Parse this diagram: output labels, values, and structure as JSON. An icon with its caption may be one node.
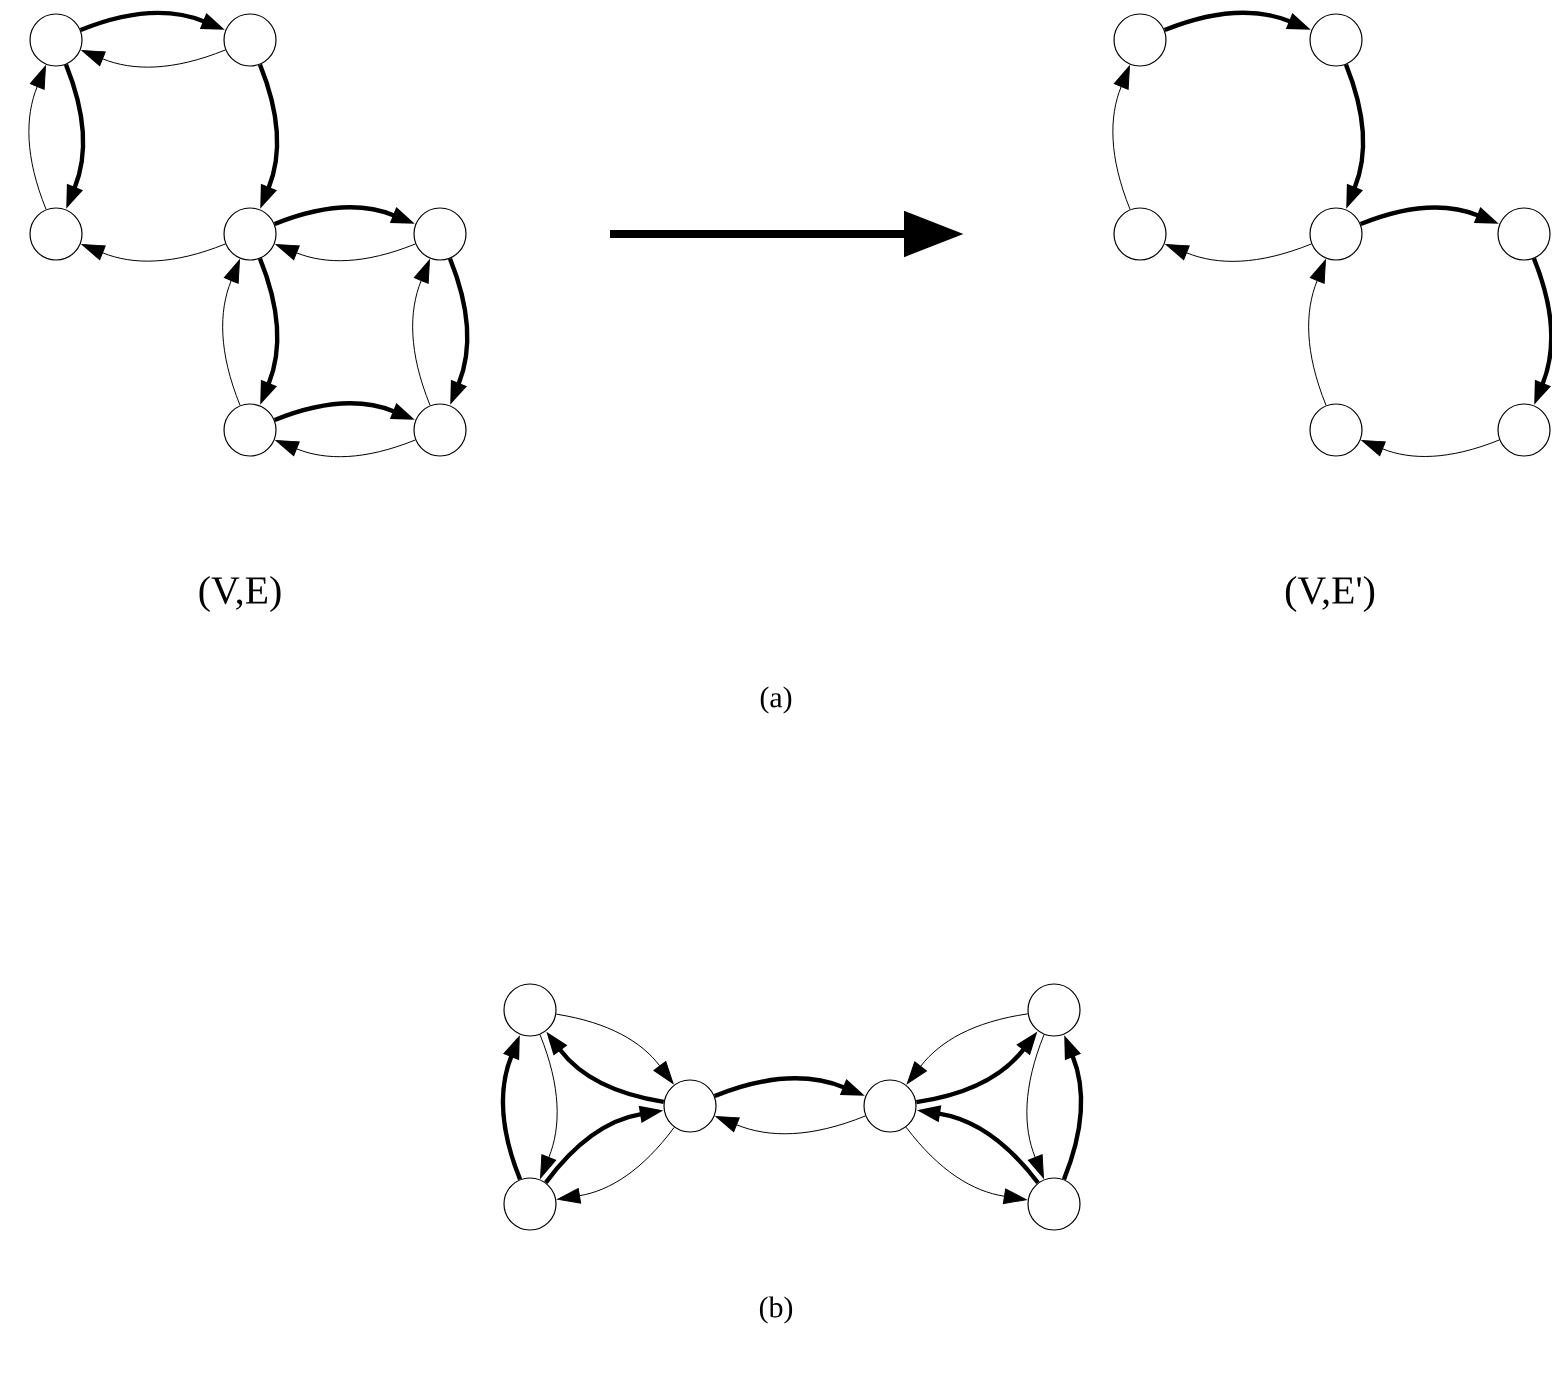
{
  "diagram": {
    "nodes": [
      {
        "text": [],
        "shape": "circle"
      },
      {
        "text": [],
        "shape": "circle"
      },
      {
        "text": [],
        "shape": "circle"
      },
      {
        "text": [],
        "shape": "circle"
      },
      {
        "text": [],
        "shape": "circle"
      },
      {
        "text": [],
        "shape": "circle"
      },
      {
        "text": [],
        "shape": "circle"
      },
      {
        "text": [],
        "shape": "circle"
      },
      {
        "text": [],
        "shape": "circle"
      },
      {
        "text": [],
        "shape": "circle"
      },
      {
        "text": [],
        "shape": "circle"
      },
      {
        "text": [],
        "shape": "circle"
      },
      {
        "text": [],
        "shape": "circle"
      },
      {
        "text": [],
        "shape": "circle"
      },
      {
        "text": [],
        "shape": "circle"
      },
      {
        "text": [],
        "shape": "circle"
      },
      {
        "text": [],
        "shape": "circle"
      },
      {
        "text": [],
        "shape": "circle"
      },
      {
        "text": [],
        "shape": "circle"
      },
      {
        "text": [],
        "shape": "circle"
      }
    ],
    "edges": [
      {
        "from": 0,
        "to": 1,
        "arrow": "to",
        "style": "thick"
      },
      {
        "from": 1,
        "to": 0,
        "arrow": "to"
      },
      {
        "from": 0,
        "to": 2,
        "arrow": "to",
        "style": "thick"
      },
      {
        "from": 2,
        "to": 0,
        "arrow": "to"
      },
      {
        "from": 1,
        "to": 3,
        "arrow": "to",
        "style": "thick"
      },
      {
        "from": 3,
        "to": 2,
        "arrow": "to"
      },
      {
        "from": 3,
        "to": 4,
        "arrow": "to",
        "style": "thick"
      },
      {
        "from": 4,
        "to": 3,
        "arrow": "to"
      },
      {
        "from": 3,
        "to": 5,
        "arrow": "to",
        "style": "thick"
      },
      {
        "from": 5,
        "to": 3,
        "arrow": "to"
      },
      {
        "from": 4,
        "to": 6,
        "arrow": "to",
        "style": "thick"
      },
      {
        "from": 6,
        "to": 4,
        "arrow": "to"
      },
      {
        "from": 5,
        "to": 6,
        "arrow": "to",
        "style": "thick"
      },
      {
        "from": 6,
        "to": 5,
        "arrow": "to"
      },
      {
        "from": 7,
        "to": 8,
        "arrow": "to",
        "style": "thick"
      },
      {
        "from": 8,
        "to": 10,
        "arrow": "to",
        "style": "thick"
      },
      {
        "from": 10,
        "to": 9,
        "arrow": "to"
      },
      {
        "from": 9,
        "to": 7,
        "arrow": "to"
      },
      {
        "from": 10,
        "to": 11,
        "arrow": "to",
        "style": "thick"
      },
      {
        "from": 11,
        "to": 13,
        "arrow": "to",
        "style": "thick"
      },
      {
        "from": 13,
        "to": 12,
        "arrow": "to"
      },
      {
        "from": 12,
        "to": 10,
        "arrow": "to"
      },
      {
        "from": 15,
        "to": 14,
        "arrow": "to",
        "style": "thick"
      },
      {
        "from": 14,
        "to": 15,
        "arrow": "to"
      },
      {
        "from": 14,
        "to": 16,
        "arrow": "to"
      },
      {
        "from": 16,
        "to": 14,
        "arrow": "to",
        "style": "thick"
      },
      {
        "from": 15,
        "to": 16,
        "arrow": "to",
        "style": "thick"
      },
      {
        "from": 16,
        "to": 15,
        "arrow": "to"
      },
      {
        "from": 16,
        "to": 17,
        "arrow": "to",
        "style": "thick"
      },
      {
        "from": 17,
        "to": 16,
        "arrow": "to"
      },
      {
        "from": 18,
        "to": 17,
        "arrow": "to"
      },
      {
        "from": 17,
        "to": 18,
        "arrow": "to",
        "style": "thick"
      },
      {
        "from": 19,
        "to": 17,
        "arrow": "to",
        "style": "thick"
      },
      {
        "from": 17,
        "to": 19,
        "arrow": "to"
      },
      {
        "from": 18,
        "to": 19,
        "arrow": "to"
      },
      {
        "from": 19,
        "to": 18,
        "arrow": "to",
        "style": "thick"
      }
    ],
    "labels": [
      "(V,E)",
      "(V,E')",
      "(a)",
      "(b)"
    ]
  }
}
